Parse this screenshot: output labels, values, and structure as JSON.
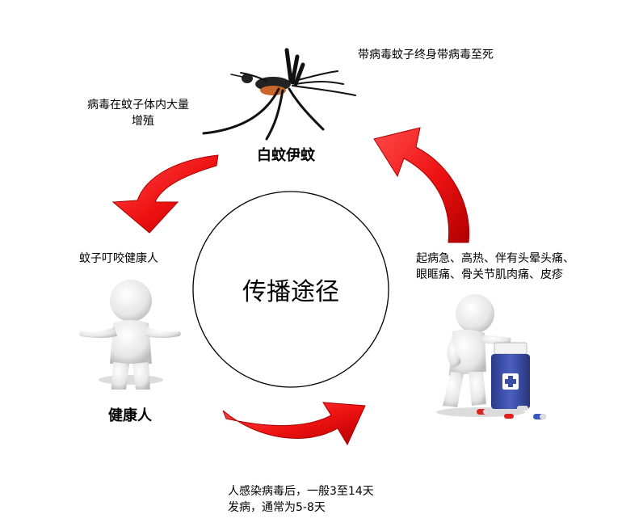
{
  "center": {
    "label": "传播途径"
  },
  "mosquito": {
    "name": "白蚊伊蚊",
    "note": "带病毒蚊子终身带病毒至死",
    "proliferate": [
      "病毒在蚊子体内大量",
      "增殖"
    ]
  },
  "healthy": {
    "name": "健康人",
    "bite": "蚊子叮咬健康人"
  },
  "infection": {
    "lines": [
      "人感染病毒后，一般3至14天",
      "发病，通常为5-8天"
    ]
  },
  "symptoms": {
    "lines": [
      "起病急、高热、伴有头晕头痛、",
      "眼眶痛、骨关节肌肉痛、皮疹"
    ]
  },
  "colors": {
    "arrow": "#ee1111",
    "arrow_dark": "#b00000",
    "bottle": "#3b4fa8",
    "figure": "#e9e9e9"
  }
}
